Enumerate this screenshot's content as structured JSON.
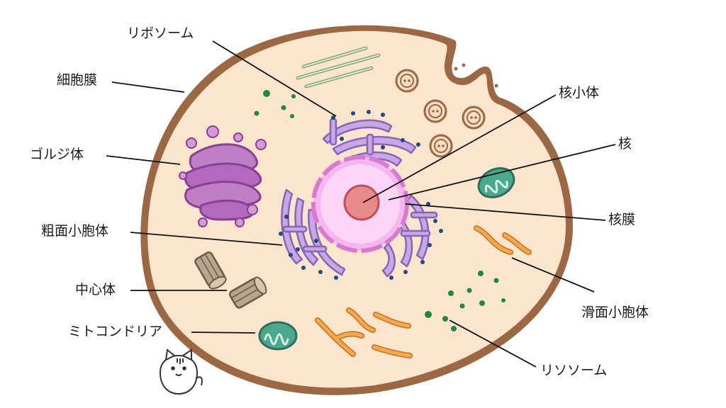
{
  "labels": {
    "ribosome": "リボソーム",
    "cell_membrane": "細胞膜",
    "golgi": "ゴルジ体",
    "rough_er": "粗面小胞体",
    "centrosome": "中心体",
    "mitochondria": "ミトコンドリア",
    "nucleolus": "核小体",
    "nucleus": "核",
    "nuclear_membrane": "核膜",
    "smooth_er": "滑面小胞体",
    "lysosome": "リソソーム"
  },
  "colors": {
    "membrane": "#9b6843",
    "cytoplasm": "#fbe5cc",
    "golgi": "#b070b8",
    "er": "#c6a8e6",
    "nucleus": "#f7c6f2",
    "nucleolus": "#e98a8a",
    "mitochondria": "#3f9a82",
    "smooth_er": "#f0a04a",
    "centrosome": "#a89682",
    "lysosome_dot": "#1f8a3a",
    "ribosome_dot": "#1f4a8a"
  }
}
